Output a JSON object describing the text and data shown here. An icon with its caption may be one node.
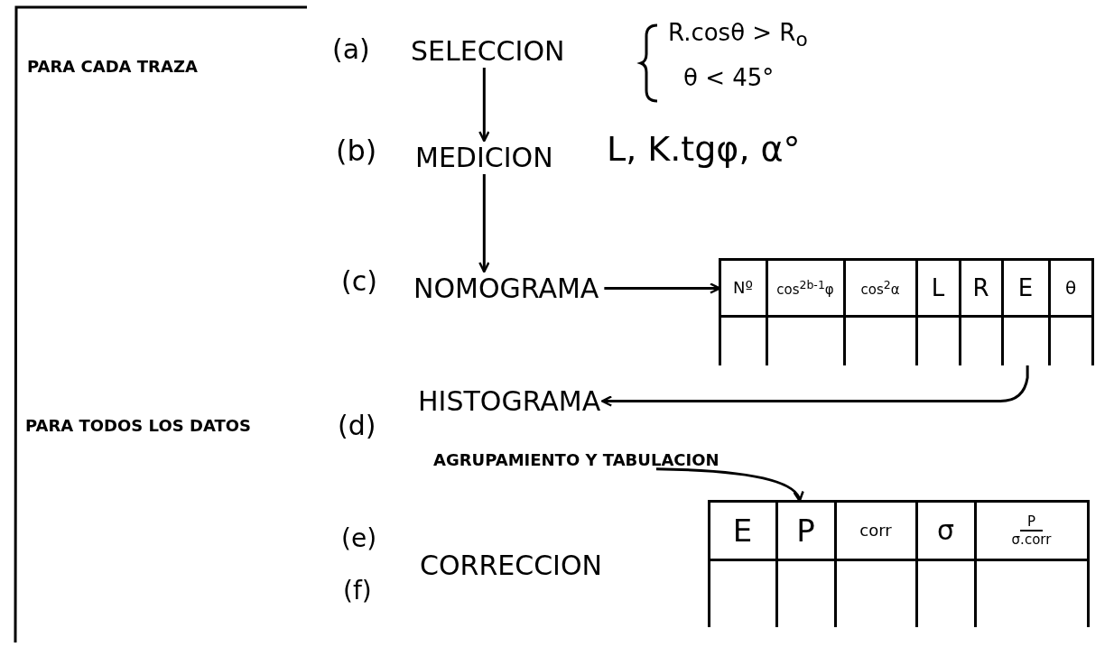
{
  "diagram": {
    "nodes": [
      {
        "text": [
          "SELECCION"
        ],
        "beside": [
          "R.cosθ > R$_{o}$",
          "θ < 45°"
        ]
      },
      {
        "text": [
          "MEDICION"
        ],
        "beside": [
          "L, K.tgφ, α°"
        ]
      },
      {
        "text": [
          "NOMOGRAMA"
        ]
      },
      {
        "text": [
          "Nº",
          "cos$^{2b-1}$φ",
          "cos$^{2}$α",
          "L",
          "R",
          "E",
          "θ"
        ]
      },
      {
        "text": [
          "HISTOGRAMA"
        ]
      },
      {
        "text": [
          "AGRUPAMIENTO Y TABULACION"
        ]
      },
      {
        "text": [
          "CORRECCION"
        ]
      },
      {
        "text": [
          "E",
          "P",
          "corr",
          "σ",
          "P",
          "σ.corr"
        ]
      }
    ],
    "edges": [
      {
        "from": 0,
        "to": 1,
        "arrow": "to"
      },
      {
        "from": 1,
        "to": 2,
        "arrow": "to"
      },
      {
        "from": 2,
        "to": 3,
        "arrow": "to"
      },
      {
        "from": 3,
        "to": 4,
        "arrow": "to"
      },
      {
        "from": 5,
        "to": 7,
        "arrow": "to"
      }
    ],
    "labels": [
      "PARA CADA TRAZA",
      "(a)",
      "(b)",
      "(c)",
      "PARA TODOS LOS DATOS",
      "(d)",
      "(e)",
      "(f)"
    ]
  }
}
